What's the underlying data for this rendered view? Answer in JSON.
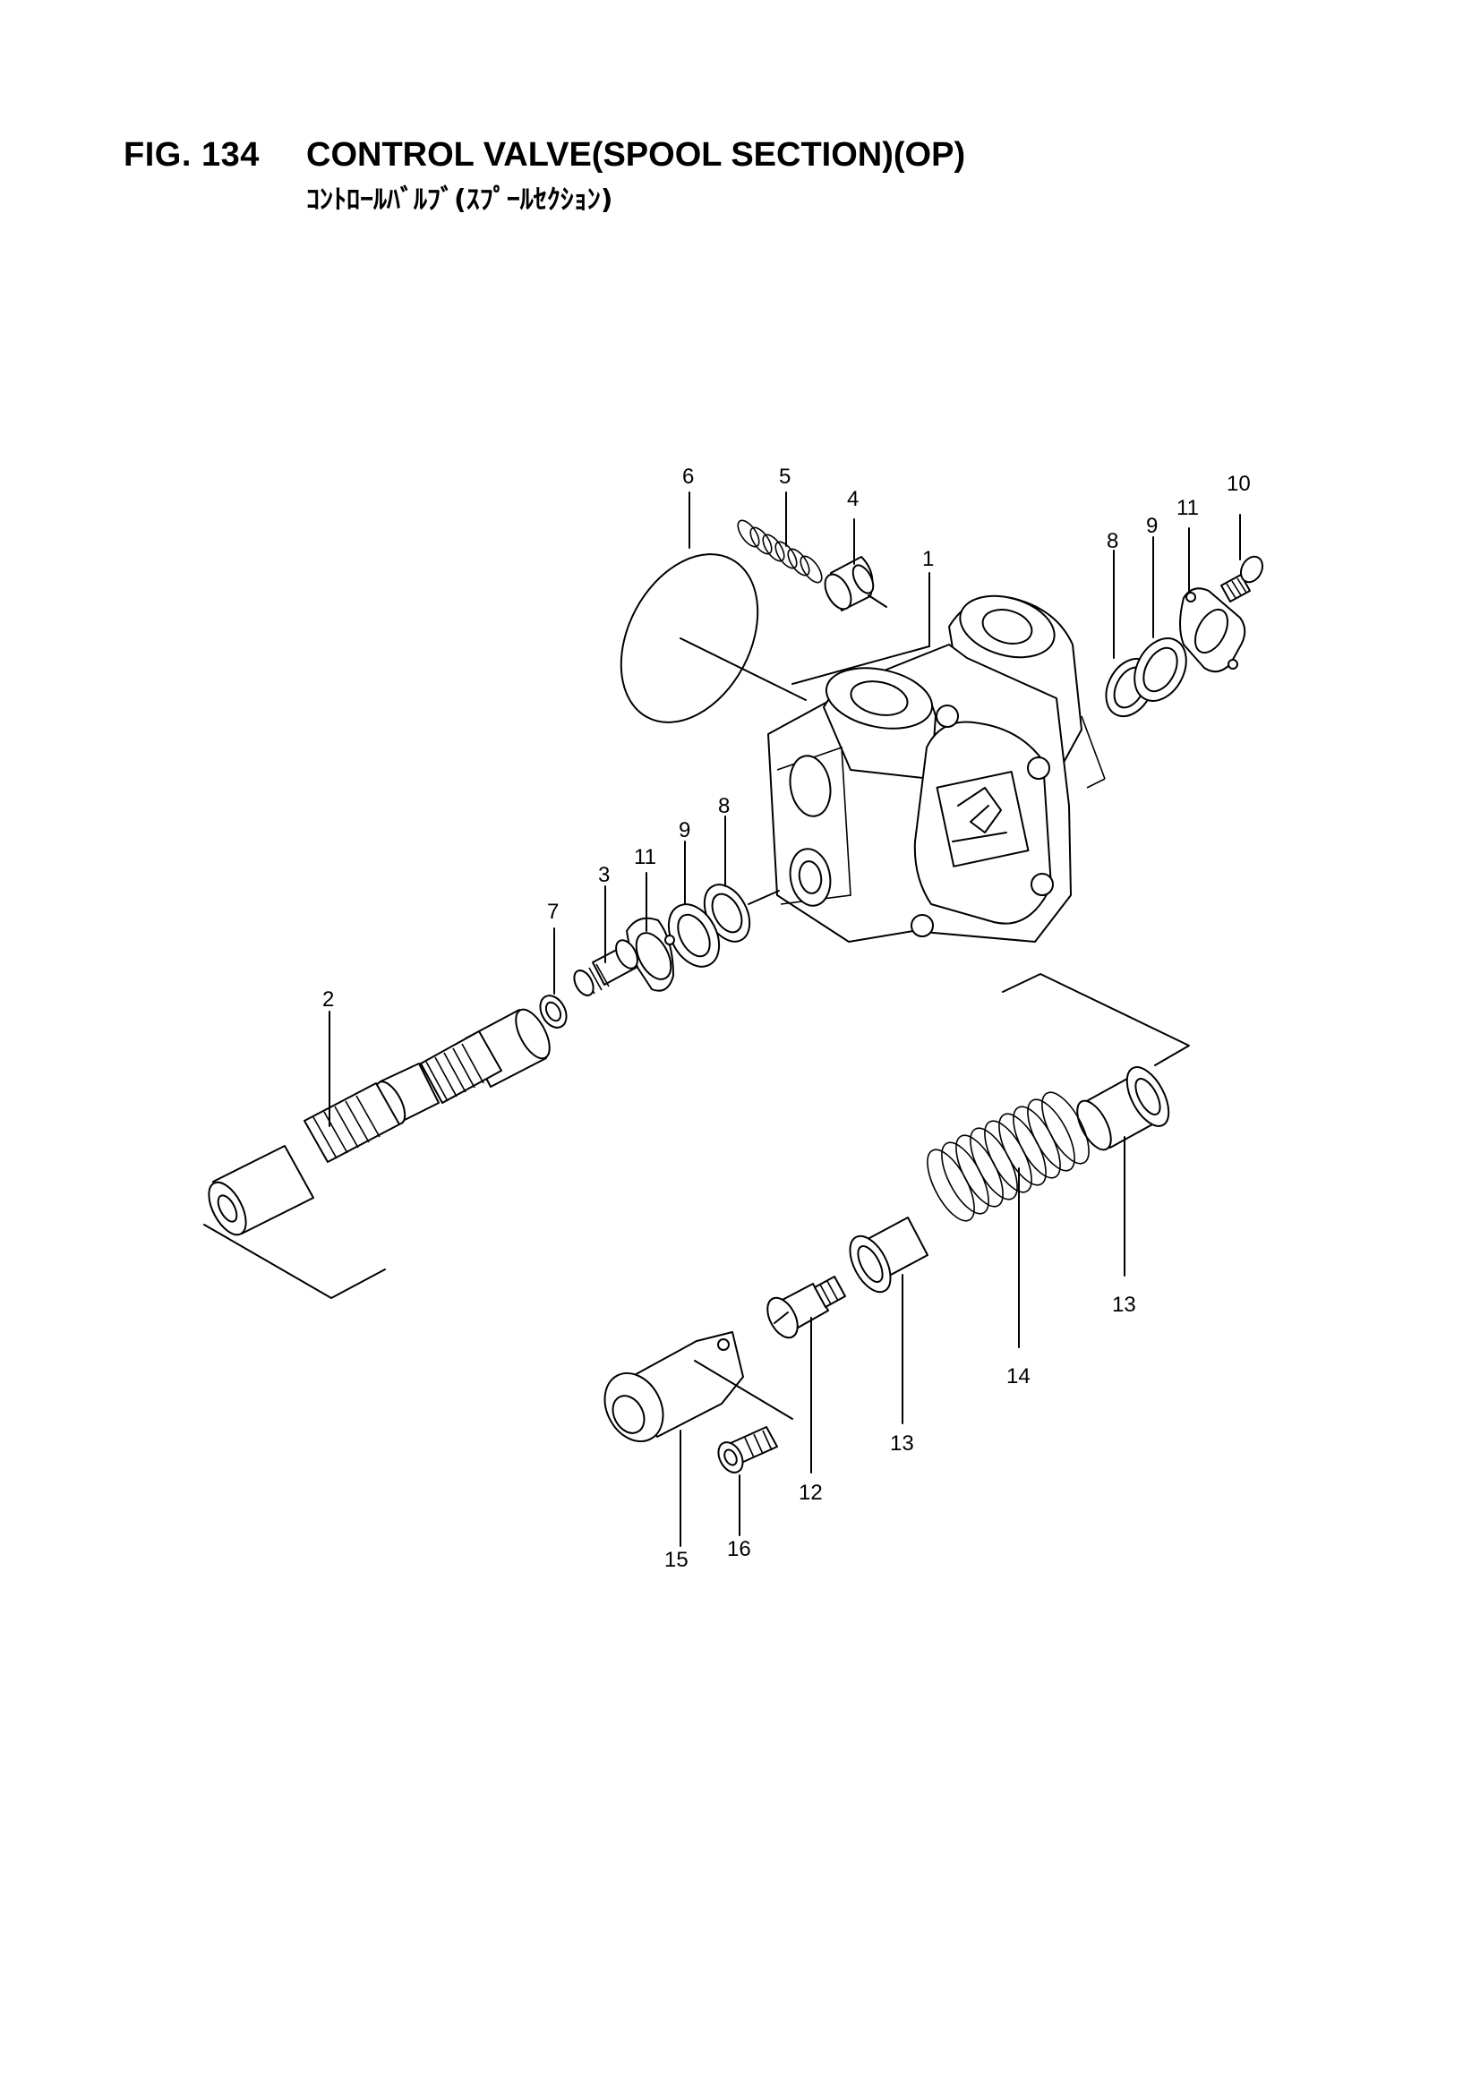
{
  "figure": {
    "number": "FIG. 134",
    "title": "CONTROL VALVE(SPOOL SECTION)(OP)",
    "subtitle": "ｺﾝﾄﾛｰﾙﾊﾞﾙﾌﾞ(ｽﾌﾟｰﾙｾｸｼｮﾝ)"
  },
  "callouts": {
    "c1": "1",
    "c2": "2",
    "c3": "3",
    "c4": "4",
    "c5": "5",
    "c6": "6",
    "c7": "7",
    "c8a": "8",
    "c8b": "8",
    "c9a": "9",
    "c9b": "9",
    "c10": "10",
    "c11a": "11",
    "c11b": "11",
    "c12": "12",
    "c13a": "13",
    "c13b": "13",
    "c14": "14",
    "c15": "15",
    "c16": "16"
  }
}
